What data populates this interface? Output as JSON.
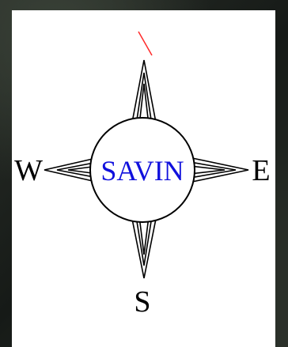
{
  "compass": {
    "center_text": "SAVIN",
    "center_text_color": "#1010dd",
    "west_label": "W",
    "east_label": "E",
    "south_label": "S",
    "north_indicator_color": "#ff2a2a"
  }
}
